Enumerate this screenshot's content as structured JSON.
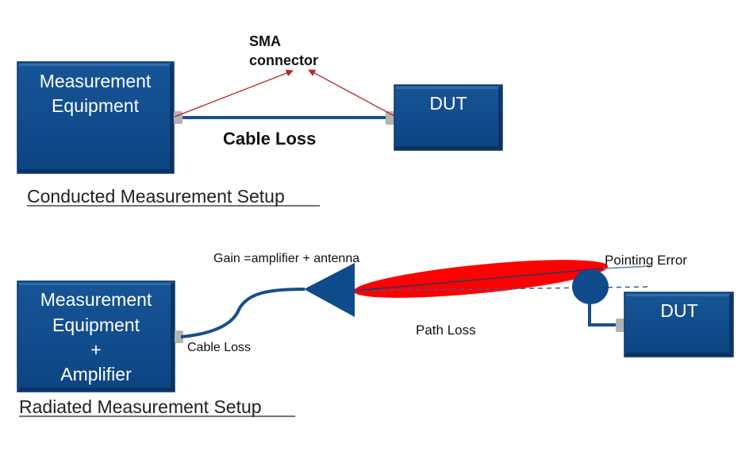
{
  "colors": {
    "box_fill": "#0f4a8a",
    "box_edge_dark": "#0a3565",
    "box_edge_light": "#2f6aa8",
    "cable": "#184f8c",
    "connector": "#b3b3b3",
    "arrow": "#b52a2a",
    "beam": "#ff0000",
    "antenna": "#0f4a8a",
    "pointing_line": "#5b7fa8"
  },
  "conducted": {
    "title": "Conducted Measurement Setup",
    "equipment_box": {
      "lines": [
        "Measurement",
        "Equipment"
      ]
    },
    "dut_box": {
      "label": "DUT"
    },
    "connector_label": {
      "lines": [
        "SMA",
        "connector"
      ]
    },
    "cable_label": "Cable Loss"
  },
  "radiated": {
    "title": "Radiated Measurement Setup",
    "equipment_box": {
      "lines": [
        "Measurement",
        "Equipment",
        "+",
        "Amplifier"
      ]
    },
    "dut_box": {
      "label": "DUT"
    },
    "gain_label": "Gain =amplifier + antenna",
    "cable_label": "Cable Loss",
    "path_label": "Path Loss",
    "pointing_label": "Pointing Error"
  }
}
